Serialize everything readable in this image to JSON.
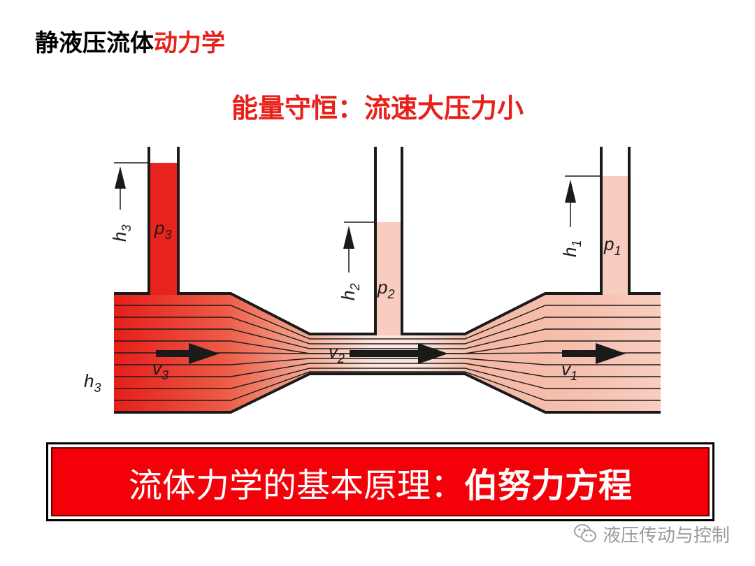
{
  "header": {
    "title_part1": "静液压流体",
    "title_part2": "动力学"
  },
  "subtitle": "能量守恒：流速大压力小",
  "diagram": {
    "labels": {
      "h3_vert": "h3",
      "p3": "p3",
      "h2_vert": "h2",
      "p2": "p2",
      "h1_vert": "h1",
      "p1": "p1",
      "h3_side": "h3",
      "v3": "v3",
      "v2": "v2",
      "v1": "v1"
    },
    "colors": {
      "high_pressure": "#e8231e",
      "low_pressure": "#f8cdbf",
      "mid_pressure": "#f3a58f",
      "outline": "#1a1a1a"
    }
  },
  "banner": {
    "text_plain": "流体力学的基本原理：",
    "text_bold": "伯努力方程"
  },
  "watermark": {
    "icon": "wechat-icon",
    "text": "液压传动与控制"
  }
}
